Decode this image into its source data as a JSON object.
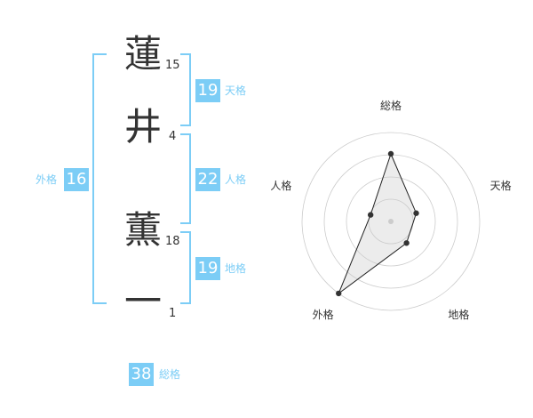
{
  "name": {
    "chars": [
      {
        "char": "蓮",
        "strokes": "15"
      },
      {
        "char": "井",
        "strokes": "4"
      },
      {
        "char": "薫",
        "strokes": "18"
      },
      {
        "char": "一",
        "strokes": "1"
      }
    ]
  },
  "fortunes": {
    "tenkaku": {
      "value": "19",
      "label": "天格"
    },
    "jinkaku": {
      "value": "22",
      "label": "人格"
    },
    "chikaku": {
      "value": "19",
      "label": "地格"
    },
    "gaikaku": {
      "value": "16",
      "label": "外格"
    },
    "soukaku": {
      "value": "38",
      "label": "総格"
    }
  },
  "colors": {
    "accent": "#7ccdf6",
    "line": "#222222",
    "grid": "#cccccc"
  },
  "chart_data": {
    "type": "radar",
    "categories": [
      "総格",
      "天格",
      "地格",
      "外格",
      "人格"
    ],
    "values": [
      3.8,
      1.5,
      1.5,
      5.0,
      1.2
    ],
    "rmax": 5,
    "rings": 4,
    "grid": true
  }
}
